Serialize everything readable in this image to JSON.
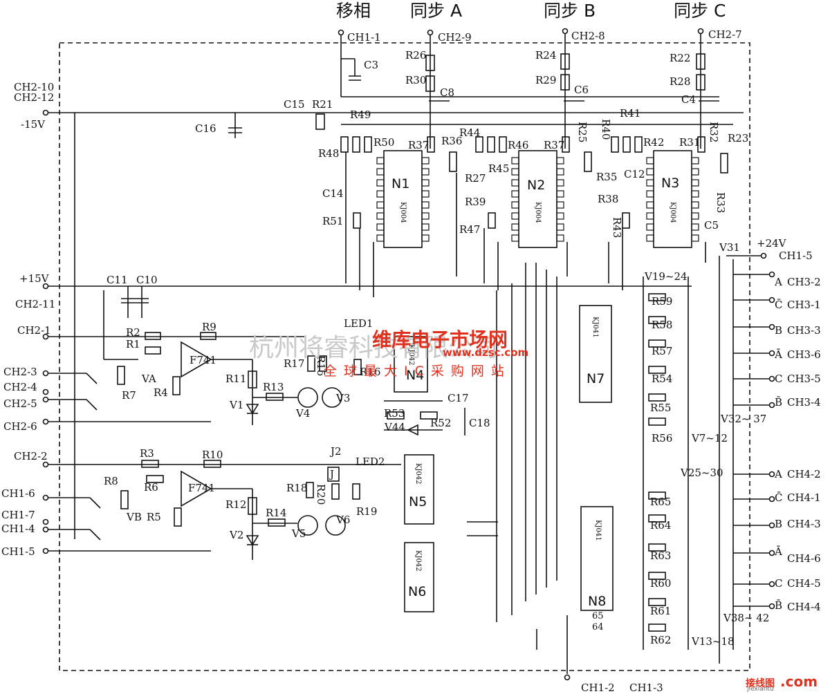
{
  "header": {
    "shift": "移相",
    "sync_a": "同步 A",
    "sync_b": "同步 B",
    "sync_c": "同步 C"
  },
  "terminals": {
    "ch1_1": "CH1-1",
    "ch2_9": "CH2-9",
    "ch2_8": "CH2-8",
    "ch2_7": "CH2-7",
    "ch2_10": "CH2-10",
    "ch2_12": "CH2-12",
    "minus15": "-15V",
    "plus15": "+15V",
    "ch2_11": "CH2-11",
    "ch2_1": "CH2-1",
    "ch2_3": "CH2-3",
    "ch2_4": "CH2-4",
    "ch2_5": "CH2-5",
    "ch2_6": "CH2-6",
    "ch2_2": "CH2-2",
    "ch1_6": "CH1-6",
    "ch1_7": "CH1-7",
    "ch1_4": "CH1-4",
    "ch1_5_left": "CH1-5",
    "plus24": "+24V",
    "ch1_5_right": "CH1-5",
    "ch1_2": "CH1-2",
    "ch1_3": "CH1-3"
  },
  "outputs_ch3": [
    {
      "phase": "A",
      "pin": "CH3-2"
    },
    {
      "phase": "C̄",
      "pin": "CH3-1"
    },
    {
      "phase": "B",
      "pin": "CH3-3"
    },
    {
      "phase": "Ā",
      "pin": "CH3-6"
    },
    {
      "phase": "C",
      "pin": "CH3-5"
    },
    {
      "phase": "B̄",
      "pin": "CH3-4"
    }
  ],
  "outputs_ch4": [
    {
      "phase": "A",
      "pin": "CH4-2"
    },
    {
      "phase": "C̄",
      "pin": "CH4-1"
    },
    {
      "phase": "B",
      "pin": "CH4-3"
    },
    {
      "phase": "Ā",
      "pin": "CH4-6"
    },
    {
      "phase": "C",
      "pin": "CH4-5"
    },
    {
      "phase": "B̄",
      "pin": "CH4-4"
    }
  ],
  "ics": {
    "n1": "N1",
    "n2": "N2",
    "n3": "N3",
    "n4": "N4",
    "n5": "N5",
    "n6": "N6",
    "n7": "N7",
    "n8": "N8",
    "kj004": "KJ004",
    "kj041": "KJ041",
    "kj042": "KJ042",
    "op1": "F741",
    "op2": "F741"
  },
  "components": {
    "c3": "C3",
    "r26": "R26",
    "r30": "R30",
    "c8": "C8",
    "r24": "R24",
    "r29": "R29",
    "c6": "C6",
    "r22": "R22",
    "r28": "R28",
    "c4": "C4",
    "c15": "C15",
    "r21": "R21",
    "r49": "R49",
    "c16": "C16",
    "r48": "R48",
    "r50": "R50",
    "r37a": "R37",
    "r36": "R36",
    "r44": "R44",
    "r46": "R46",
    "r37b": "R37",
    "r25": "R25",
    "r40": "R40",
    "r41": "R41",
    "r42": "R42",
    "r31": "R31",
    "r32": "R32",
    "r23": "R23",
    "r27": "R27",
    "r45": "R45",
    "r35": "R35",
    "c12": "C12",
    "c14": "C14",
    "r39": "R39",
    "r38": "R38",
    "r33": "R33",
    "r51": "R51",
    "r47": "R47",
    "r43": "R43",
    "c5": "C5",
    "c11": "C11",
    "c10": "C10",
    "r2": "R2",
    "r9": "R9",
    "r1": "R1",
    "va": "VA",
    "r7": "R7",
    "r4": "R4",
    "r11": "R11",
    "v1": "V1",
    "r13": "R13",
    "v4": "V4",
    "v3": "V3",
    "r17": "R17",
    "r15": "R15",
    "r16": "R16",
    "led1": "LED1",
    "c17": "C17",
    "r53": "R53",
    "r52": "R52",
    "v44": "V44",
    "c18": "C18",
    "r3": "R3",
    "r10": "R10",
    "r8": "R8",
    "r6": "R6",
    "vb": "VB",
    "r5": "R5",
    "r12": "R12",
    "v2": "V2",
    "r14": "R14",
    "v5": "V5",
    "v6": "V6",
    "j2": "J2",
    "j": "J",
    "led2": "LED2",
    "r18": "R18",
    "r20": "R20",
    "r19": "R19",
    "v31": "V31",
    "v19_24": "V19~24",
    "v32_37": "V32~ 37",
    "v7_12": "V7~12",
    "r59": "R59",
    "r58": "R58",
    "r57": "R57",
    "r54": "R54",
    "r55": "R55",
    "r56": "R56",
    "v25_30": "V25~30",
    "r65": "R65",
    "r64": "R64",
    "r63": "R63",
    "r60": "R60",
    "r61": "R61",
    "r62": "R62",
    "v38_42": "V38~ 42",
    "v13_18": "V13~18",
    "r65b": "65",
    "r64b": "64"
  },
  "watermark": {
    "company": "杭州将睿科技有限公司",
    "brand": "维库电子市场网",
    "url": "www.dzsc.com",
    "slogan": "全球最大IC采购网站",
    "corner": "接线图",
    "corner_url": "jiexiantu",
    "corner_com": ".com"
  },
  "colors": {
    "ink": "#111111",
    "watermark_red": "#e0301e",
    "watermark_grey": "#c9c9c9"
  }
}
